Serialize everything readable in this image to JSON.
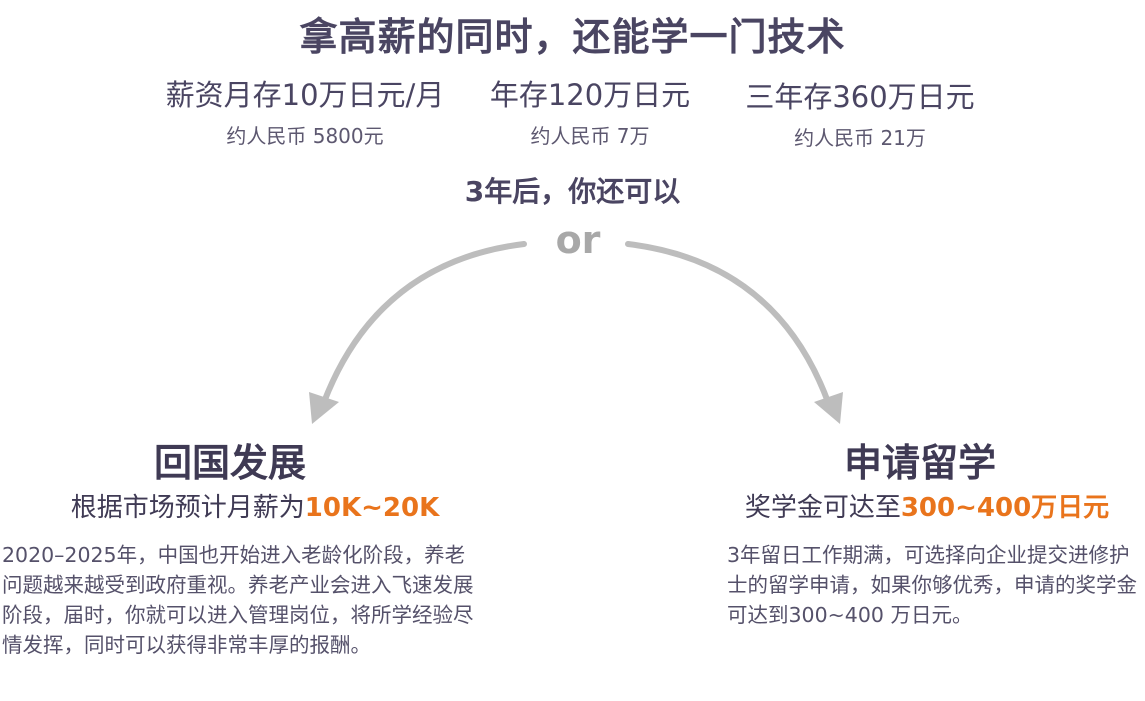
{
  "headline": "拿高薪的同时，还能学一门技术",
  "stats": [
    {
      "main": "薪资月存10万日元/月",
      "sub": "约人民币 5800元"
    },
    {
      "main": "年存120万日元",
      "sub": "约人民币 7万"
    },
    {
      "main": "三年存360万日元",
      "sub": "约人民币 21万"
    }
  ],
  "question": "3年后，你还可以",
  "or_word": "or",
  "left": {
    "title": "回国发展",
    "sub_prefix": "根据市场预计月薪为",
    "sub_highlight": "10K~20K",
    "description": "2020–2025年，中国也开始进入老龄化阶段，养老问题越来越受到政府重视。养老产业会进入飞速发展阶段，届时，你就可以进入管理岗位，将所学经验尽情发挥，同时可以获得非常丰厚的报酬。"
  },
  "right": {
    "title": "申请留学",
    "sub_prefix": "奖学金可达至",
    "sub_highlight": "300~400万日元",
    "description": "3年留日工作期满，可选择向企业提交进修护士的留学申请，如果你够优秀，申请的奖学金可达到300~400 万日元。"
  },
  "colors": {
    "text_dark": "#4a4562",
    "highlight": "#e9741c",
    "arrow_gray": "#bdbdbd"
  }
}
